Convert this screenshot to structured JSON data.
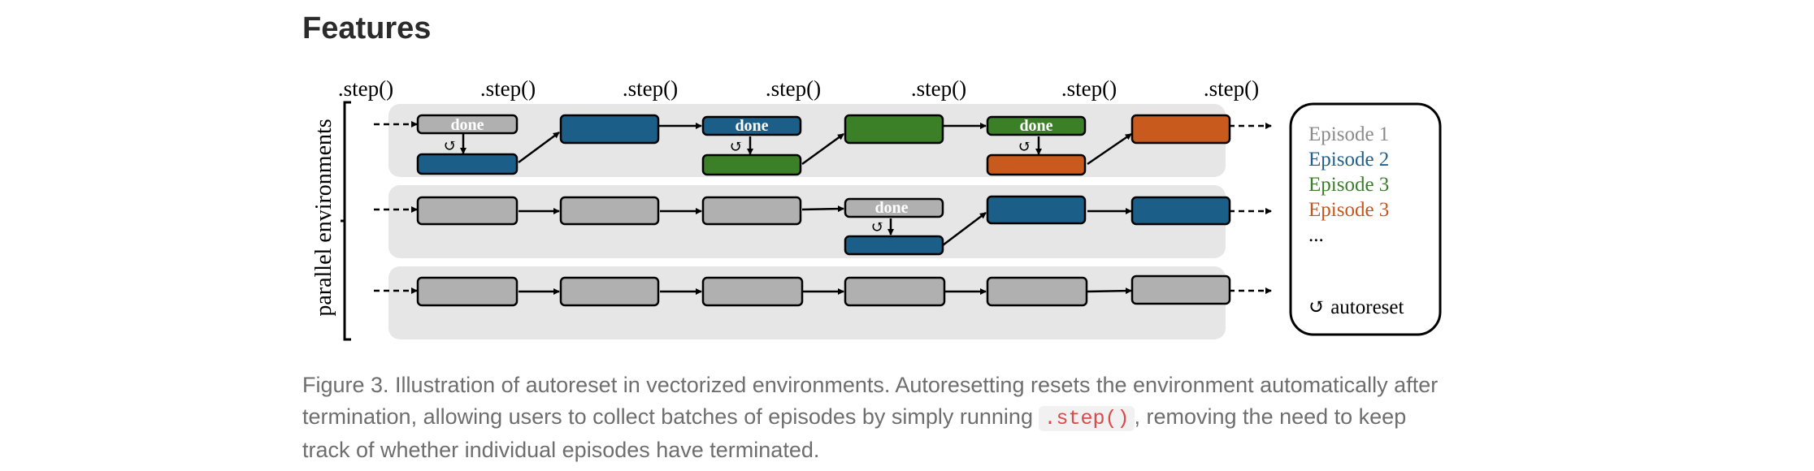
{
  "heading": "Features",
  "step_labels": [
    ".step()",
    ".step()",
    ".step()",
    ".step()",
    ".step()",
    ".step()",
    ".step()"
  ],
  "axis_label": "parallel environments",
  "done_label": "done",
  "reset_symbol": "↺",
  "legend": {
    "items": [
      {
        "label": "Episode 1",
        "color": "#8a8a8a"
      },
      {
        "label": "Episode 2",
        "color": "#1f5f8b"
      },
      {
        "label": "Episode 3",
        "color": "#3a7d2a"
      },
      {
        "label": "Episode 3",
        "color": "#c4561c"
      }
    ],
    "ellipsis": "...",
    "autoreset_label": "↺ autoreset"
  },
  "colors": {
    "gray": "#b0b0b0",
    "blue": "#1b5f89",
    "green": "#3b7f27",
    "orange": "#c85a1e",
    "row_background": "#e6e6e6"
  },
  "caption": {
    "text_before": "Figure 3. Illustration of autoreset in vectorized environments. Autoresetting resets the environment automatically after termination, allowing users to collect batches of episodes by simply running ",
    "code": ".step()",
    "text_after": ", removing the need to keep track of whether individual episodes have terminated."
  }
}
